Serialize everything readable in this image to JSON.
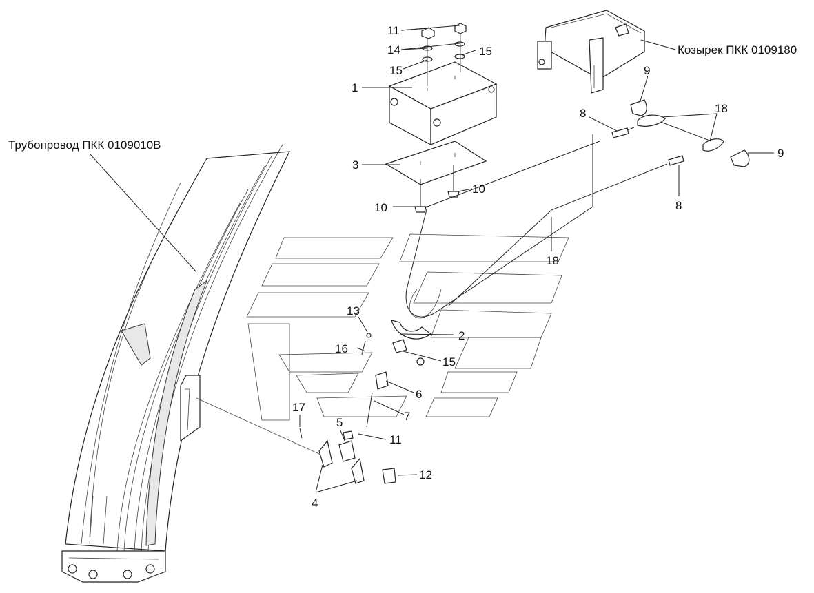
{
  "callouts": {
    "c1": "1",
    "c2": "2",
    "c3": "3",
    "c4": "4",
    "c5": "5",
    "c6": "6",
    "c7": "7",
    "c8a": "8",
    "c8b": "8",
    "c9a": "9",
    "c9b": "9",
    "c10a": "10",
    "c10b": "10",
    "c11a": "11",
    "c11b": "11",
    "c12": "12",
    "c13": "13",
    "c14": "14",
    "c15a": "15",
    "c15b": "15",
    "c15c": "15",
    "c16": "16",
    "c17": "17",
    "c18a": "18",
    "c18b": "18"
  },
  "references": {
    "visor": "Козырек ПКК 0109180",
    "pipeline": "Трубопровод ПКК 0109010В"
  }
}
